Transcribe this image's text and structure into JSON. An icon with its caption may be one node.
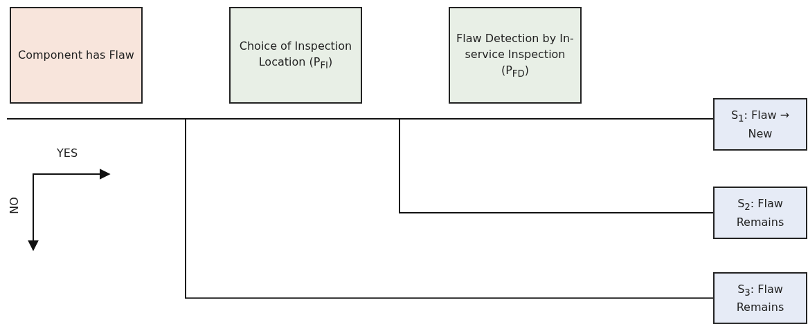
{
  "diagram": {
    "nodes": [
      {
        "text": [
          "Component has Flaw"
        ]
      },
      {
        "text": [
          "Choice of Inspection Location (P$_{FI}$)"
        ]
      },
      {
        "text": [
          "Flaw Detection by In-service Inspection (P$_{FD}$)"
        ]
      },
      {
        "text": [
          "S$_{1}$: Flaw → New"
        ]
      },
      {
        "text": [
          "S$_{2}$: Flaw Remains"
        ]
      },
      {
        "text": [
          "S$_{3}$: Flaw Remains"
        ]
      }
    ],
    "edges": [
      {
        "from": null,
        "to": 3,
        "arrow": "none"
      },
      {
        "from": null,
        "to": 4,
        "arrow": "none"
      },
      {
        "from": null,
        "to": 5,
        "arrow": "none"
      }
    ],
    "labels": [
      "YES",
      "NO"
    ]
  }
}
